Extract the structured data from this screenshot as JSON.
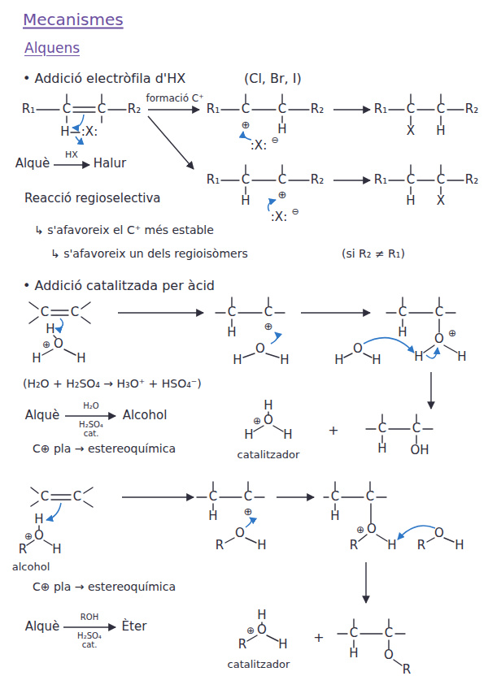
{
  "diagram": {
    "title": "Mecanismes",
    "labels": [
      "Alquens",
      "• Addició electròfila d'HX",
      "(Cl, Br, I)",
      "R₁",
      "C",
      "C",
      "R₂",
      "H",
      ":X:",
      "formació C⁺",
      "R₁",
      "C",
      "C",
      "R₂",
      "⊕",
      "H",
      ":X:",
      "⊖",
      "R₁",
      "C",
      "C",
      "R₂",
      "X",
      "H",
      "R₁",
      "C",
      "C",
      "R₂",
      "H",
      "⊕",
      ":X:",
      "⊖",
      "R₁",
      "C",
      "C",
      "R₂",
      "H",
      "X",
      "Alquè",
      "HX",
      "Halur",
      "Reacció regioselectiva",
      "↳ s'afavoreix el C⁺ més estable",
      "↳ s'afavoreix un dels regioisòmers",
      "(si R₂ ≠ R₁)",
      "• Addició catalitzada per àcid",
      "C",
      "C",
      "H",
      "⊕",
      "O",
      "H",
      "H",
      "C",
      "C",
      "H",
      "⊕",
      "O",
      "H",
      "H",
      "C",
      "C",
      "H",
      "O",
      "⊕",
      "H",
      "H",
      "O",
      "H",
      "H",
      "(H₂O + H₂SO₄ → H₃O⁺ + HSO₄⁻)",
      "Alquè",
      "H₂O",
      "H₂SO₄",
      "cat.",
      "Alcohol",
      "C⊕ pla → estereoquímica",
      "H",
      "⊕",
      "O",
      "H",
      "H",
      "catalitzador",
      "+",
      "C",
      "C",
      "H",
      "OH",
      "C",
      "C",
      "H",
      "⊕",
      "O",
      "R",
      "H",
      "alcohol",
      "C",
      "C",
      "H",
      "⊕",
      "R",
      "O",
      "H",
      "C",
      "C",
      "H",
      "⊕",
      "O",
      "R",
      "H",
      "R",
      "O",
      "H",
      "C⊕ pla → estereoquímica",
      "Alquè",
      "ROH",
      "H₂SO₄",
      "cat.",
      "Èter",
      "H",
      "⊕",
      "O",
      "R",
      "H",
      "catalitzador",
      "+",
      "C",
      "C",
      "H",
      "O",
      "R"
    ]
  }
}
